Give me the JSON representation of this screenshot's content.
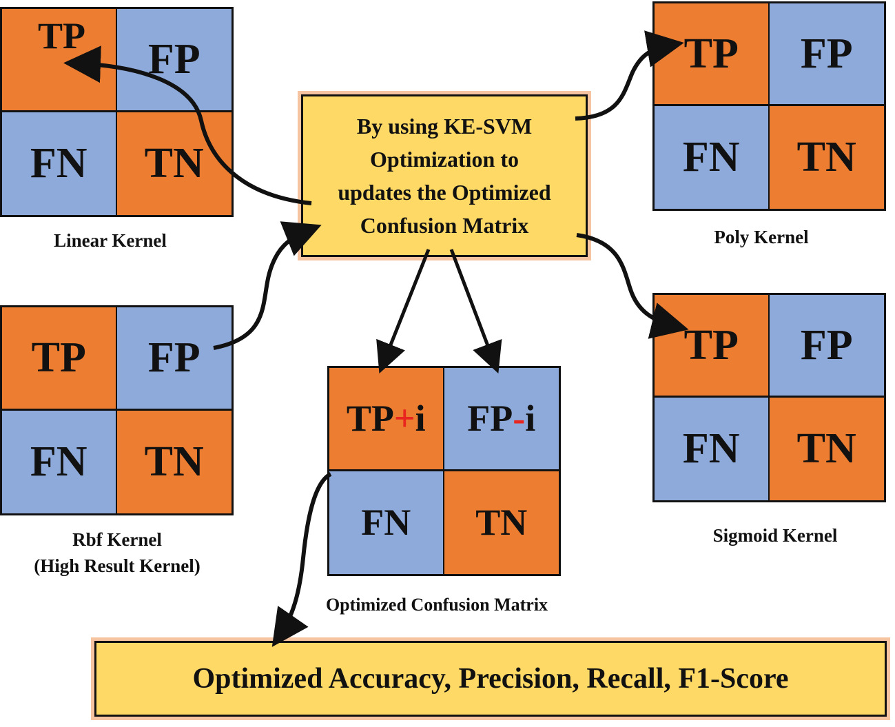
{
  "colors": {
    "positive_cell": "#ed7d31",
    "negative_cell": "#8eaadb",
    "box_fill": "#ffd966",
    "box_glow": "#f6c4a0",
    "operator": "#e8261f"
  },
  "center_box": {
    "lines": [
      "By using KE-SVM",
      "Optimization to",
      "updates the Optimized",
      "Confusion Matrix"
    ]
  },
  "matrices": {
    "linear": {
      "tp": "TP",
      "fp": "FP",
      "fn": "FN",
      "tn": "TN",
      "caption": "Linear Kernel"
    },
    "poly": {
      "tp": "TP",
      "fp": "FP",
      "fn": "FN",
      "tn": "TN",
      "caption": "Poly Kernel"
    },
    "rbf": {
      "tp": "TP",
      "fp": "FP",
      "fn": "FN",
      "tn": "TN",
      "caption_line1": "Rbf Kernel",
      "caption_line2": "(High Result Kernel)"
    },
    "sigmoid": {
      "tp": "TP",
      "fp": "FP",
      "fn": "FN",
      "tn": "TN",
      "caption": "Sigmoid Kernel"
    },
    "optimized": {
      "tp": "TP",
      "tp_op": "+",
      "tp_suffix": "i",
      "fp": "FP",
      "fp_op": "-",
      "fp_suffix": "i",
      "fn": "FN",
      "tn": "TN",
      "caption": "Optimized Confusion Matrix"
    }
  },
  "result_box": {
    "text": "Optimized Accuracy, Precision, Recall, F1-Score"
  }
}
